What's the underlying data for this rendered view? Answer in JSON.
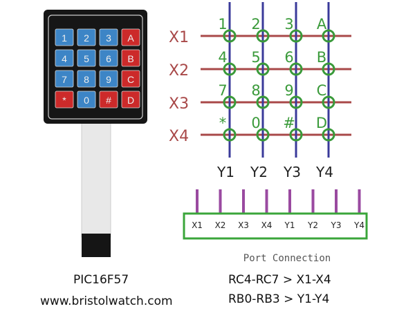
{
  "keypad": {
    "keys": [
      [
        "1",
        "2",
        "3",
        "A"
      ],
      [
        "4",
        "5",
        "6",
        "B"
      ],
      [
        "7",
        "8",
        "9",
        "C"
      ],
      [
        "*",
        "0",
        "#",
        "D"
      ]
    ],
    "key_colors": [
      [
        "b",
        "b",
        "b",
        "r"
      ],
      [
        "b",
        "b",
        "b",
        "r"
      ],
      [
        "b",
        "b",
        "b",
        "r"
      ],
      [
        "r",
        "b",
        "r",
        "r"
      ]
    ]
  },
  "matrix": {
    "rows": [
      "X1",
      "X2",
      "X3",
      "X4"
    ],
    "cols": [
      "Y1",
      "Y2",
      "Y3",
      "Y4"
    ],
    "keys": [
      [
        "1",
        "2",
        "3",
        "A"
      ],
      [
        "4",
        "5",
        "6",
        "B"
      ],
      [
        "7",
        "8",
        "9",
        "C"
      ],
      [
        "*",
        "0",
        "#",
        "D"
      ]
    ]
  },
  "connector": {
    "pins": [
      "X1",
      "X2",
      "X3",
      "X4",
      "Y1",
      "Y2",
      "Y3",
      "Y4"
    ],
    "title": "Port Connection"
  },
  "captions": {
    "chip": "PIC16F57",
    "website": "www.bristolwatch.com",
    "rows_map": "RC4-RC7 > X1-X4",
    "cols_map": "RB0-RB3 > Y1-Y4"
  },
  "colors": {
    "row_line": "#a84848",
    "col_line": "#3a3a9a",
    "node": "#3a9a3a",
    "key_blue": "#3d85c6",
    "key_red": "#cc2a2a",
    "box": "#3aa53a",
    "pin": "#9a4aa0"
  }
}
